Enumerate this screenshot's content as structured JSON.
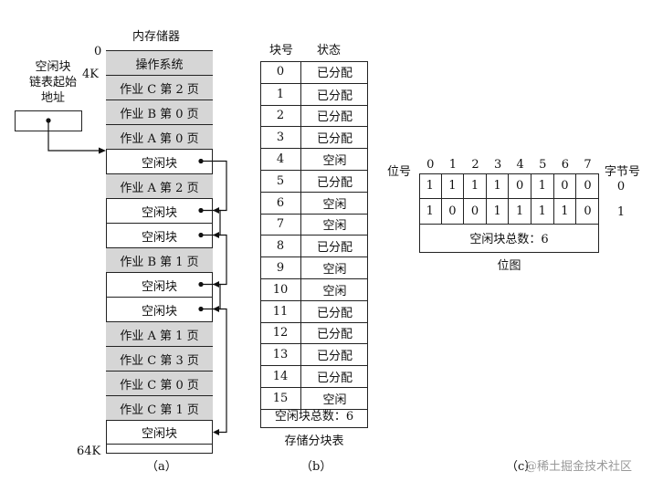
{
  "panel_a": {
    "title": "内存储器",
    "addr_top": "0",
    "addr_4k": "4K",
    "addr_64k": "64K",
    "head_label_line1": "空闲块",
    "head_label_line2": "链表起始",
    "head_label_line3": "地址",
    "rows": [
      {
        "label": "操作系统",
        "type": "allocated"
      },
      {
        "label": "作业 C 第 2 页",
        "type": "allocated"
      },
      {
        "label": "作业 B 第 0 页",
        "type": "allocated"
      },
      {
        "label": "作业 A 第 0 页",
        "type": "allocated"
      },
      {
        "label": "空闲块",
        "type": "free"
      },
      {
        "label": "作业 A 第 2 页",
        "type": "allocated"
      },
      {
        "label": "空闲块",
        "type": "free"
      },
      {
        "label": "空闲块",
        "type": "free"
      },
      {
        "label": "作业 B 第 1 页",
        "type": "allocated"
      },
      {
        "label": "空闲块",
        "type": "free"
      },
      {
        "label": "空闲块",
        "type": "free"
      },
      {
        "label": "作业 A 第 1 页",
        "type": "allocated"
      },
      {
        "label": "作业 C 第 3 页",
        "type": "allocated"
      },
      {
        "label": "作业 C 第 0 页",
        "type": "allocated"
      },
      {
        "label": "作业 C 第 1 页",
        "type": "allocated"
      },
      {
        "label": "空闲块",
        "type": "free"
      }
    ],
    "caption": "（a）"
  },
  "panel_b": {
    "header_block": "块号",
    "header_state": "状态",
    "rows": [
      {
        "block": "0",
        "state": "已分配"
      },
      {
        "block": "1",
        "state": "已分配"
      },
      {
        "block": "2",
        "state": "已分配"
      },
      {
        "block": "3",
        "state": "已分配"
      },
      {
        "block": "4",
        "state": "空闲"
      },
      {
        "block": "5",
        "state": "已分配"
      },
      {
        "block": "6",
        "state": "空闲"
      },
      {
        "block": "7",
        "state": "空闲"
      },
      {
        "block": "8",
        "state": "已分配"
      },
      {
        "block": "9",
        "state": "空闲"
      },
      {
        "block": "10",
        "state": "空闲"
      },
      {
        "block": "11",
        "state": "已分配"
      },
      {
        "block": "12",
        "state": "已分配"
      },
      {
        "block": "13",
        "state": "已分配"
      },
      {
        "block": "14",
        "state": "已分配"
      },
      {
        "block": "15",
        "state": "空闲"
      }
    ],
    "total": "空闲块总数：6",
    "title": "存储分块表",
    "caption": "（b）"
  },
  "panel_c": {
    "bit_label": "位号",
    "byte_label": "字节号",
    "bit_numbers": [
      "0",
      "1",
      "2",
      "3",
      "4",
      "5",
      "6",
      "7"
    ],
    "rows": [
      {
        "byte": "0",
        "bits": [
          "1",
          "1",
          "1",
          "1",
          "0",
          "1",
          "0",
          "0"
        ]
      },
      {
        "byte": "1",
        "bits": [
          "1",
          "0",
          "0",
          "1",
          "1",
          "1",
          "1",
          "0"
        ]
      }
    ],
    "total": "空闲块总数：6",
    "title": "位图",
    "caption": "（c）"
  },
  "watermark": "@稀土掘金技术社区"
}
